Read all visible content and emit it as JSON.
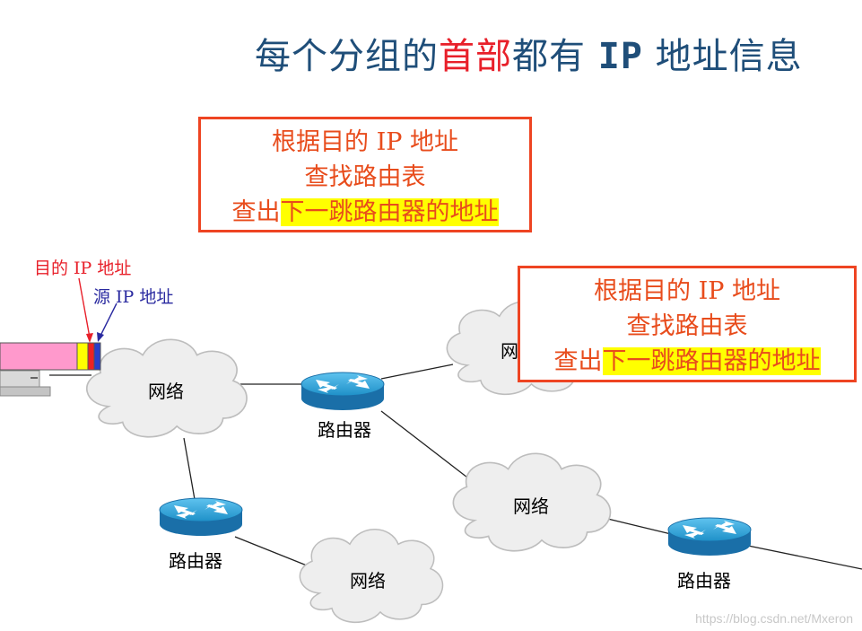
{
  "title": {
    "part1": "每个分组的",
    "highlight": "首部",
    "part2": "都有 ",
    "ip": "IP",
    "part3": " 地址信息"
  },
  "info_box": {
    "line1": "根据目的 IP 地址",
    "line2": "查找路由表",
    "line3_prefix": "查出",
    "line3_highlight": "下一跳路由器的地址"
  },
  "packet_labels": {
    "dest_ip": "目的 IP 地址",
    "src_ip": "源 IP 地址"
  },
  "network_label": "网络",
  "network_label_partial": "网",
  "router_label": "路由器",
  "colors": {
    "title": "#1f4e79",
    "title_highlight": "#e8202a",
    "box_border": "#ee4422",
    "box_text": "#e84c1c",
    "highlight_bg": "#ffff00",
    "dest_label": "#e8202a",
    "src_label": "#2a2aa0",
    "packet_body": "#ff99cc",
    "router": "#1e90c8"
  },
  "watermark": "https://blog.csdn.net/Mxeron"
}
